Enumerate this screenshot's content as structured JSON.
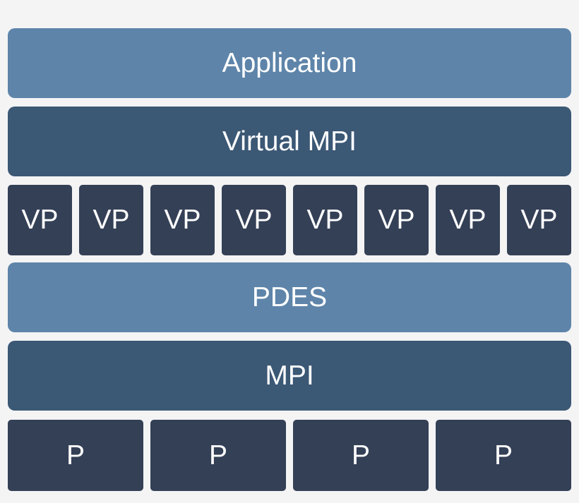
{
  "layers": {
    "application": "Application",
    "virtual_mpi": "Virtual MPI",
    "pdes": "PDES",
    "mpi": "MPI"
  },
  "vp_row": [
    "VP",
    "VP",
    "VP",
    "VP",
    "VP",
    "VP",
    "VP",
    "VP"
  ],
  "p_row": [
    "P",
    "P",
    "P",
    "P"
  ],
  "colors": {
    "light_layer": "#5e84a9",
    "mid_layer": "#3b5875",
    "dark_cell": "#344056",
    "background": "#f4f4f5"
  }
}
